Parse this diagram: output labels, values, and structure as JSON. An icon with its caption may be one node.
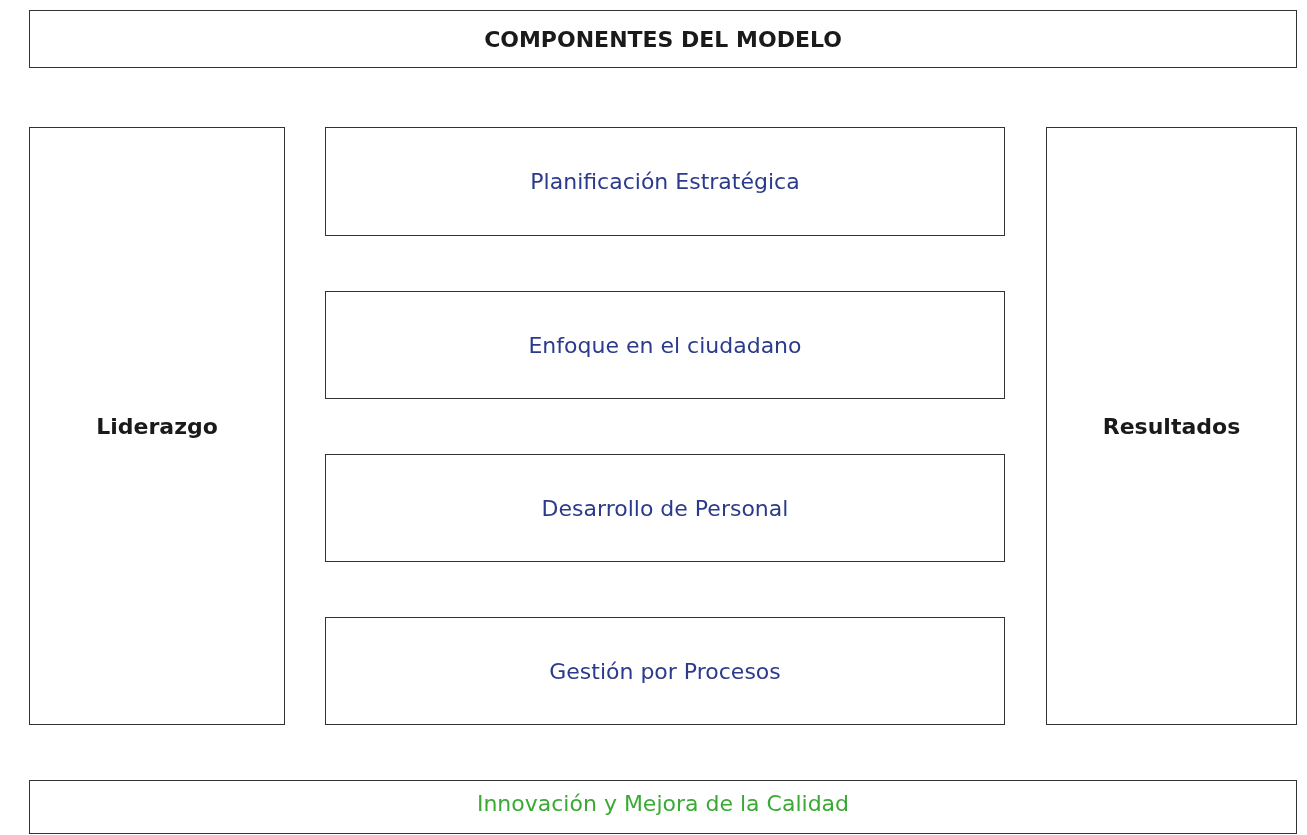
{
  "diagram": {
    "nodes": [
      {
        "text": [
          "COMPONENTES DEL MODELO"
        ]
      },
      {
        "text": [
          "Liderazgo"
        ]
      },
      {
        "text": [
          "Planificación Estratégica"
        ]
      },
      {
        "text": [
          "Enfoque en el ciudadano"
        ]
      },
      {
        "text": [
          "Desarrollo de Personal"
        ]
      },
      {
        "text": [
          "Gestión por Procesos"
        ]
      },
      {
        "text": [
          "Resultados"
        ]
      },
      {
        "text": [
          "Innovación y Mejora de la Calidad"
        ]
      }
    ]
  }
}
